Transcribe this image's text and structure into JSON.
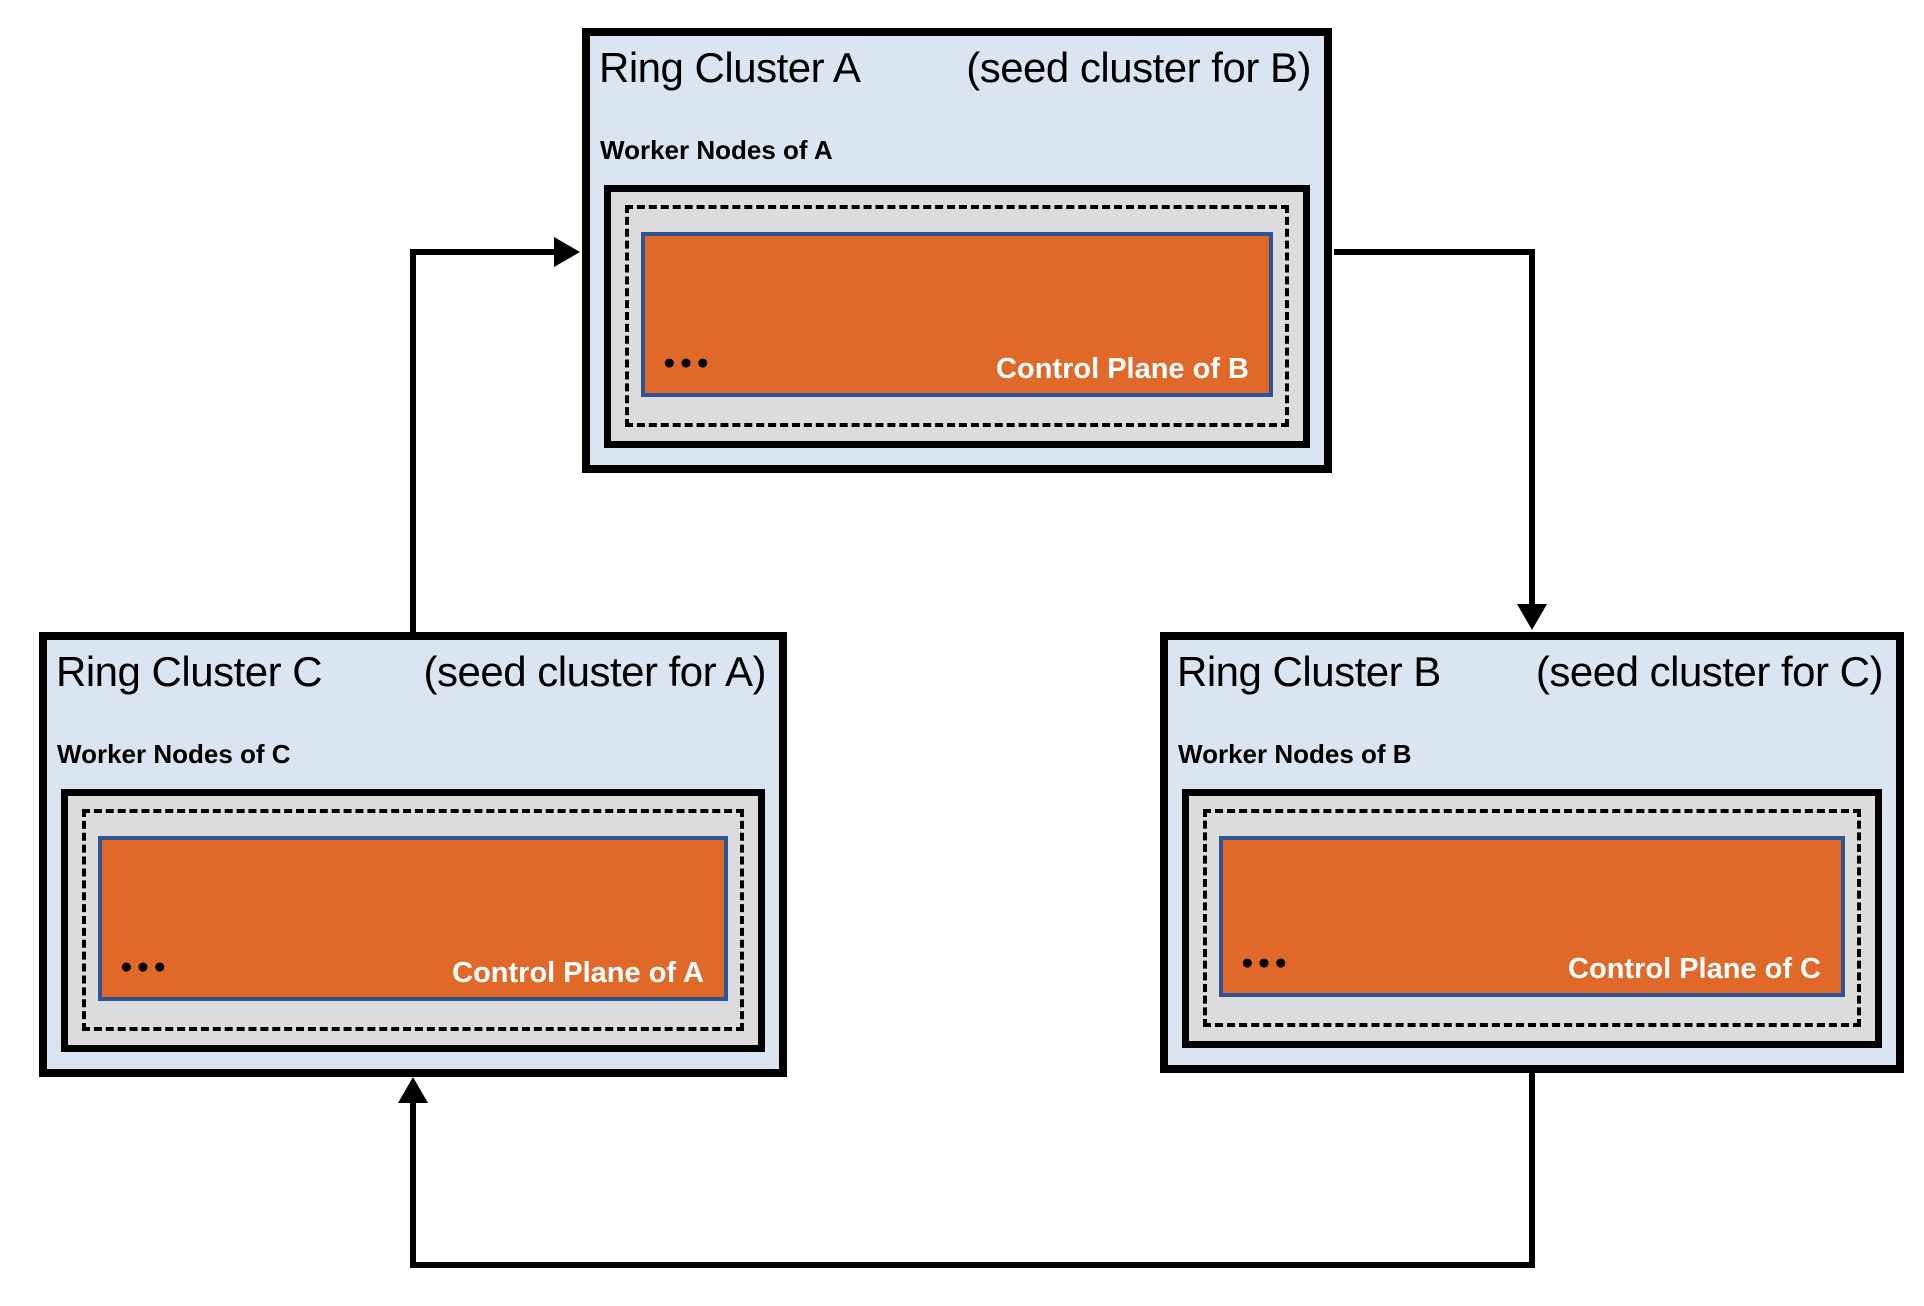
{
  "diagram": {
    "clusters": [
      {
        "key": "a",
        "title": "Ring Cluster A",
        "seed_note": "(seed cluster for B)",
        "worker_label": "Worker Nodes of A",
        "dots": "●●●",
        "control_plane_label": "Control Plane of B"
      },
      {
        "key": "b",
        "title": "Ring Cluster B",
        "seed_note": "(seed cluster for C)",
        "worker_label": "Worker Nodes of B",
        "dots": "●●●",
        "control_plane_label": "Control Plane of C"
      },
      {
        "key": "c",
        "title": "Ring Cluster C",
        "seed_note": "(seed cluster for A)",
        "worker_label": "Worker Nodes of C",
        "dots": "●●●",
        "control_plane_label": "Control Plane of A"
      }
    ]
  },
  "colors": {
    "background": "#ffffff",
    "cluster-fill": "#dbe5f2",
    "worker-fill": "#dcdcdc",
    "control-plane-fill": "#e0692a",
    "control-plane-border": "#2e5493",
    "control-plane-text": "#ffffff",
    "title-text": "#000000",
    "line-color": "#000000",
    "arrow-color": "#000000"
  }
}
